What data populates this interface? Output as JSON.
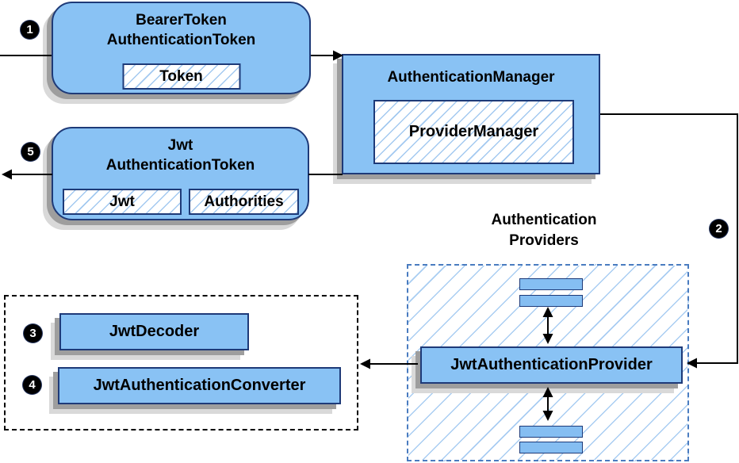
{
  "diagram": {
    "bearer": {
      "line1": "BearerToken",
      "line2": "AuthenticationToken",
      "chip": "Token"
    },
    "jwt": {
      "line1": "Jwt",
      "line2": "AuthenticationToken",
      "chip_jwt": "Jwt",
      "chip_authorities": "Authorities"
    },
    "manager": {
      "title": "AuthenticationManager",
      "chip": "ProviderManager"
    },
    "providers": {
      "title_line1": "Authentication",
      "title_line2": "Providers",
      "provider": "JwtAuthenticationProvider"
    },
    "decoder": {
      "label": "JwtDecoder"
    },
    "converter": {
      "label": "JwtAuthenticationConverter"
    },
    "steps": {
      "s1": "1",
      "s2": "2",
      "s3": "3",
      "s4": "4",
      "s5": "5"
    },
    "colors": {
      "box_fill": "#89c2f4",
      "box_border": "#1e3a78",
      "hatch_line": "#a3c9f0",
      "dashed_blue": "#4a7cc0",
      "dashed_black": "#000000",
      "shadow": "#9e9e9e",
      "badge_bg": "#000000",
      "badge_text": "#ffffff",
      "arrow": "#000000"
    }
  }
}
